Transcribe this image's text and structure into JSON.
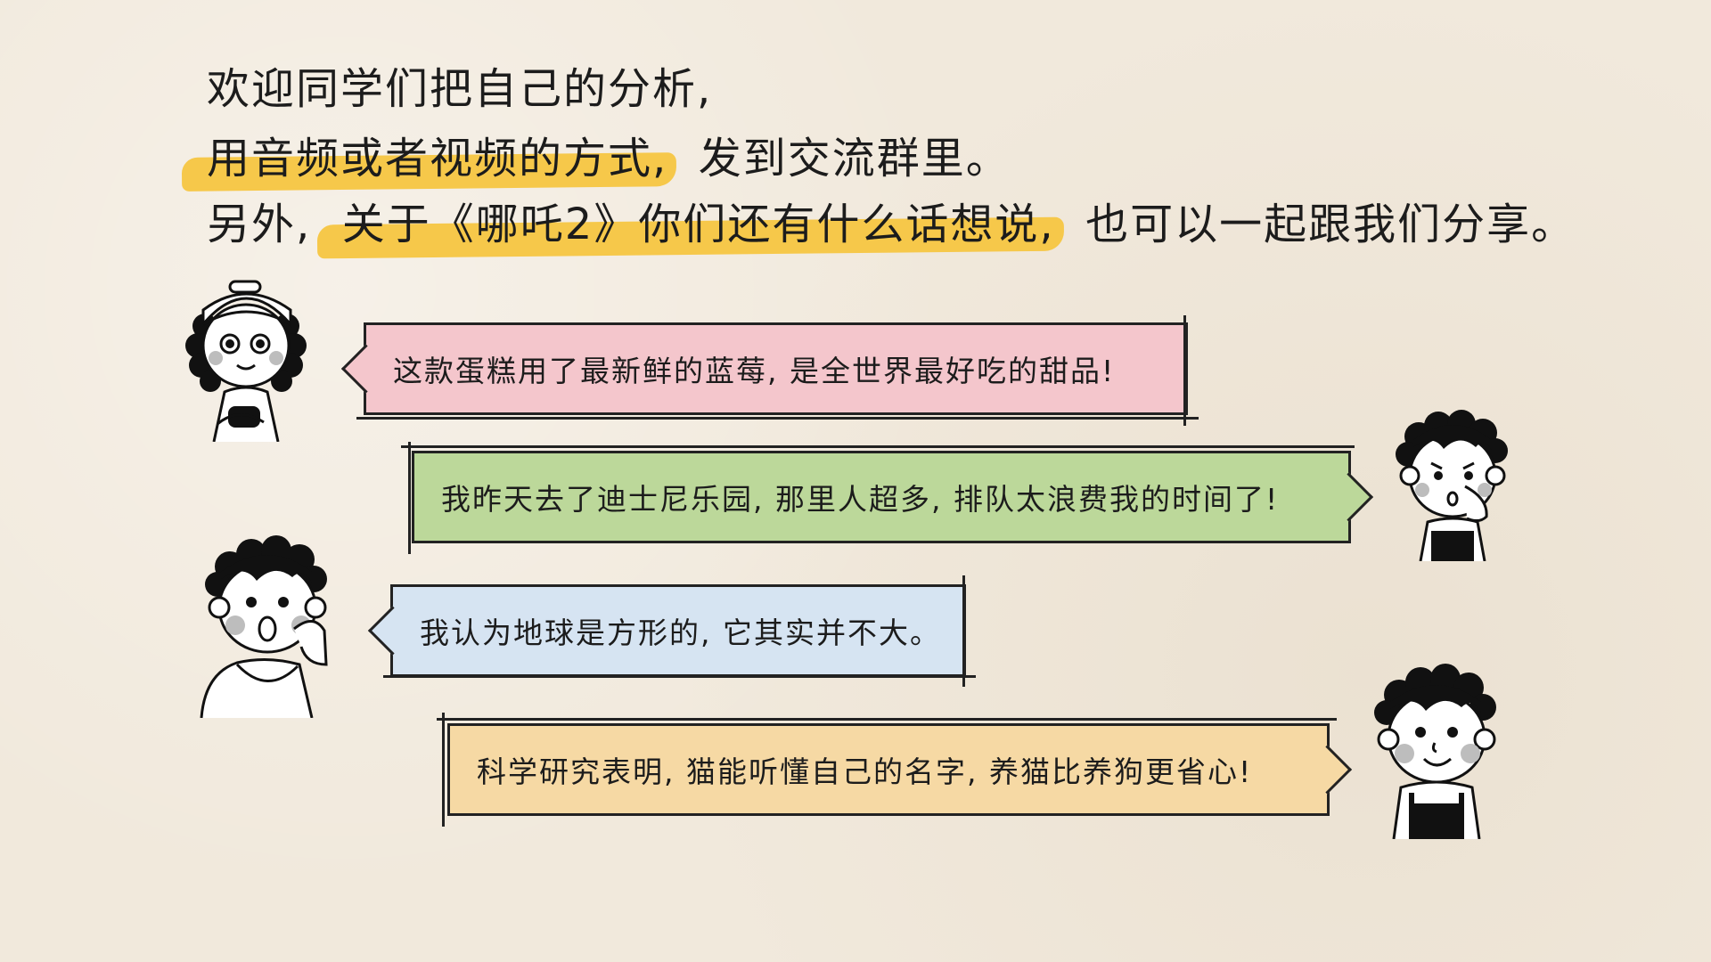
{
  "heading": {
    "line1": "欢迎同学们把自己的分析,",
    "line2_highlight": "用音频或者视频的方式,",
    "line2_rest": "发到交流群里。",
    "line3_start": "另外,",
    "line3_highlight": "关于《哪吒2》你们还有什么话想说,",
    "line3_rest": "也可以一起跟我们分享。"
  },
  "bubbles": [
    {
      "text": "这款蛋糕用了最新鲜的蓝莓, 是全世界最好吃的甜品!",
      "color": "#f4c6cc"
    },
    {
      "text": "我昨天去了迪士尼乐园, 那里人超多, 排队太浪费我的时间了!",
      "color": "#bcd89a"
    },
    {
      "text": "我认为地球是方形的, 它其实并不大。",
      "color": "#d6e4f2"
    },
    {
      "text": "科学研究表明, 猫能听懂自己的名字, 养猫比养狗更省心!",
      "color": "#f6d9a4"
    }
  ],
  "characters": [
    {
      "icon": "girl-cap-icon"
    },
    {
      "icon": "boy-thinking-icon"
    },
    {
      "icon": "boy-surprised-icon"
    },
    {
      "icon": "boy-smiling-icon"
    }
  ],
  "colors": {
    "highlight": "#f6c84a",
    "background": "#f1e9dc",
    "ink": "#1c1c1c"
  }
}
